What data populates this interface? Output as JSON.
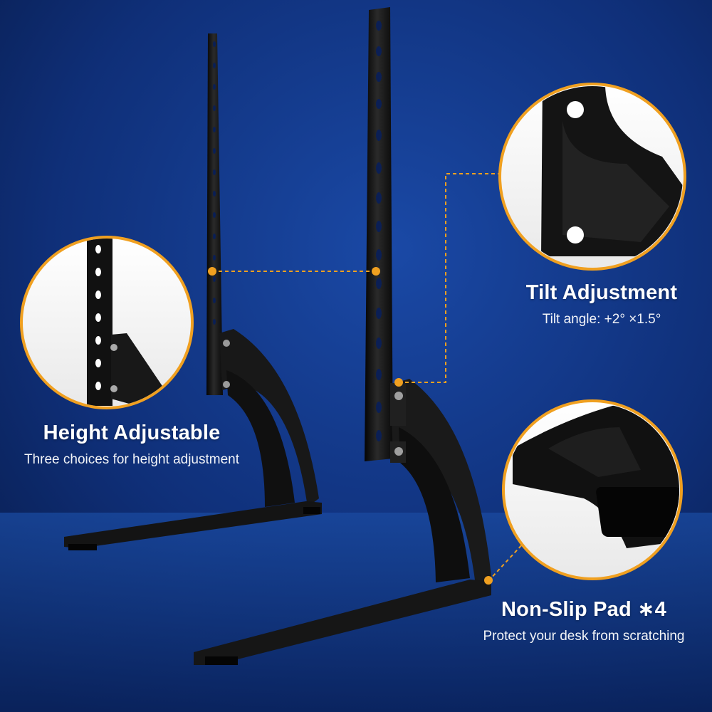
{
  "features": {
    "height": {
      "title": "Height Adjustable",
      "subtitle": "Three choices for height adjustment"
    },
    "tilt": {
      "title": "Tilt Adjustment",
      "subtitle": "Tilt angle: +2° ×1.5°"
    },
    "pad": {
      "title": "Non-Slip Pad ∗4",
      "subtitle": "Protect your desk from scratching"
    }
  },
  "colors": {
    "background_top": "#103a8c",
    "background_bottom": "#0b2258",
    "callout_accent": "#f0a020",
    "metal": "#141414",
    "circle_fill": "#ffffff"
  }
}
